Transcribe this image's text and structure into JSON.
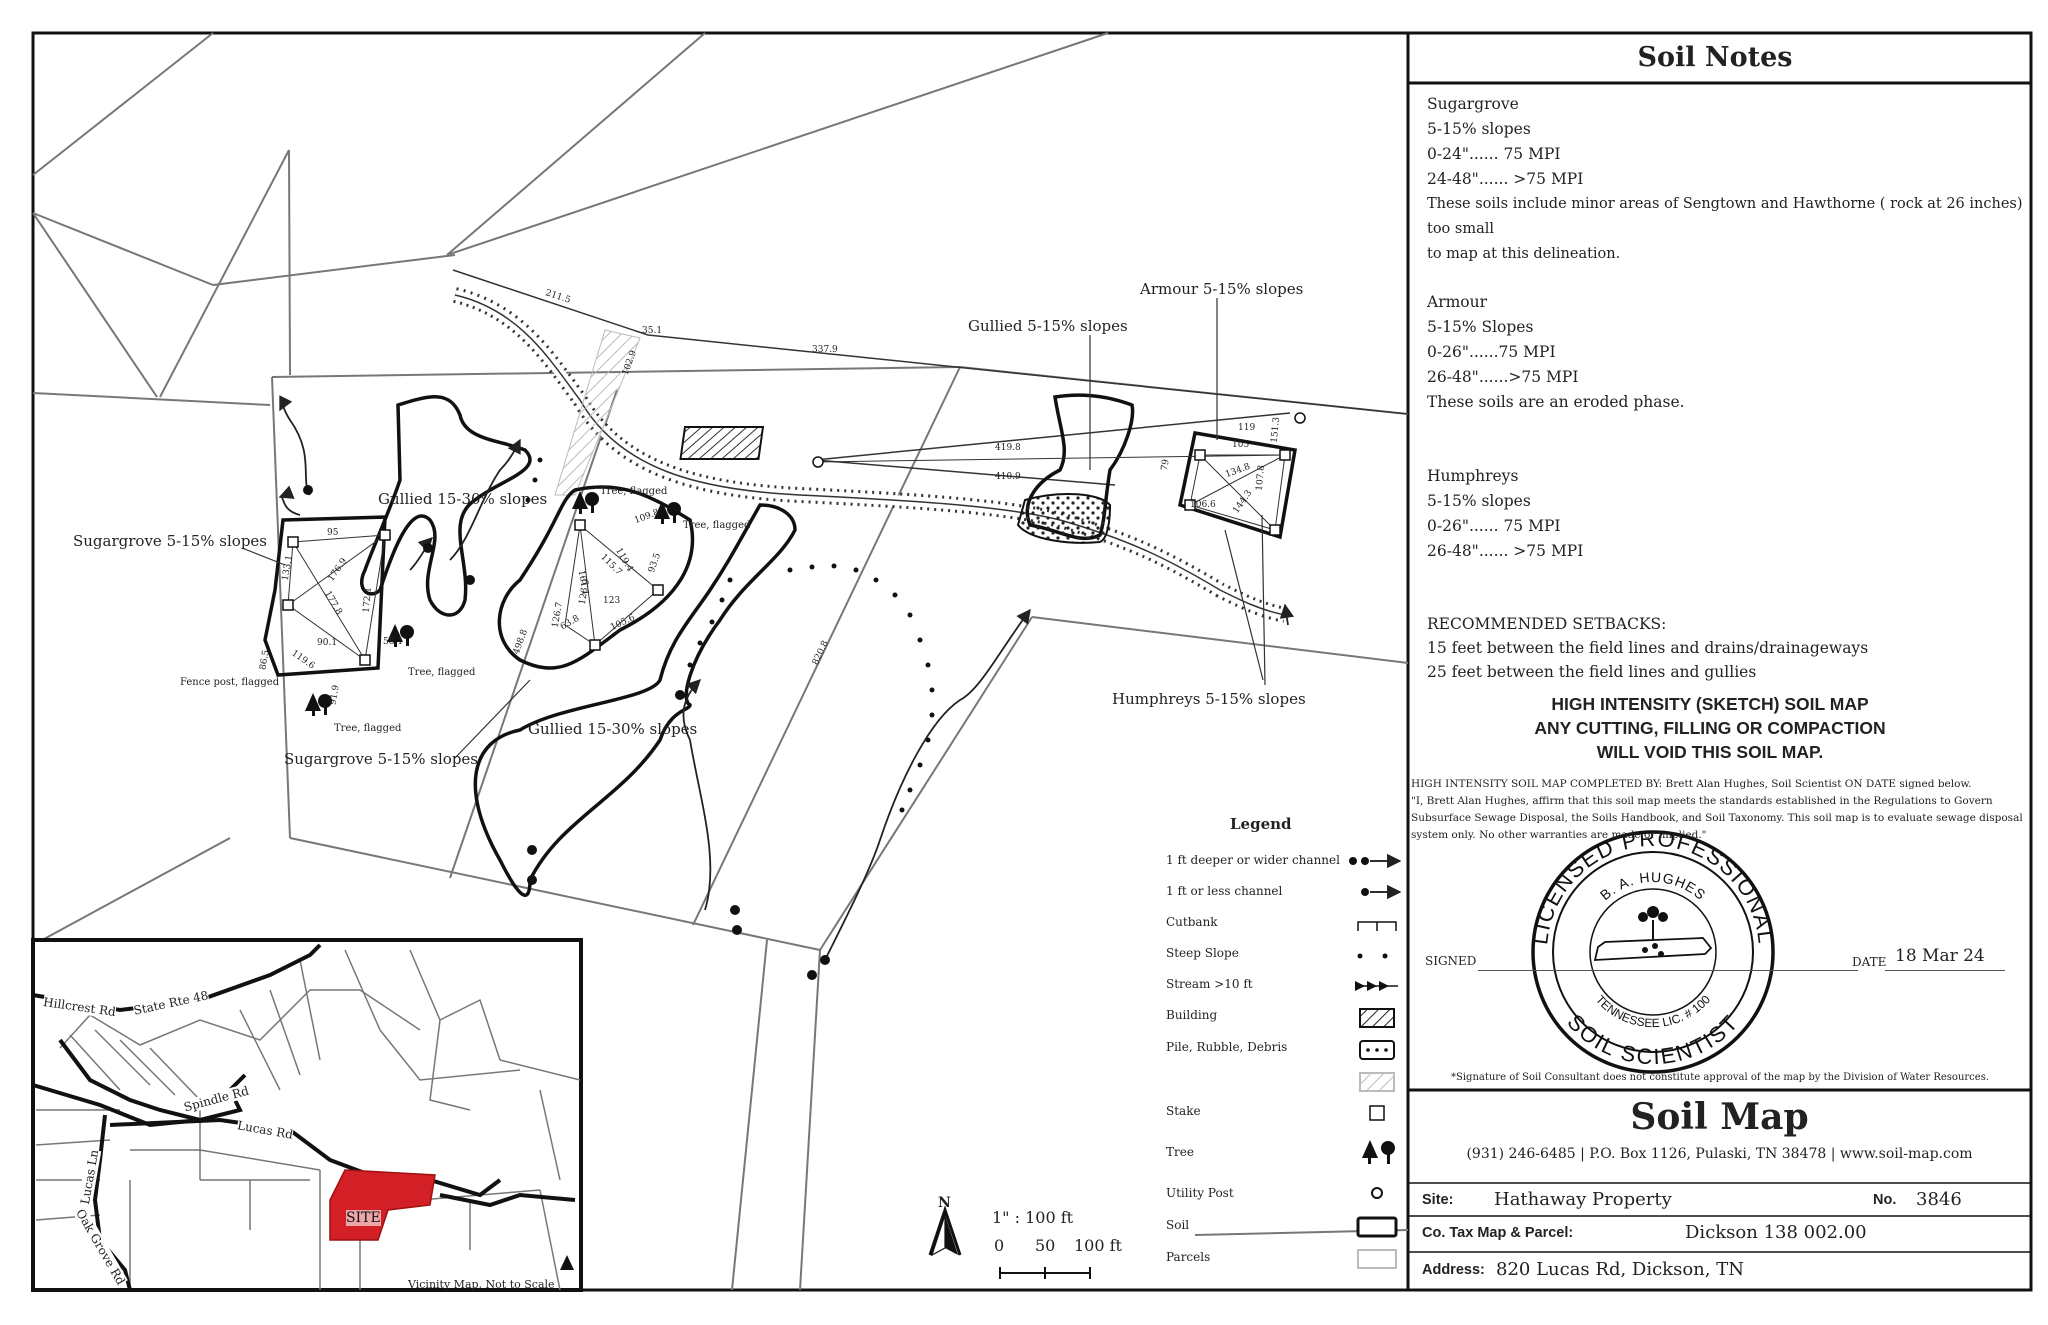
{
  "notes": {
    "title": "Soil Notes",
    "sugargrove": [
      "Sugargrove",
      "5-15% slopes",
      "0-24\"...... 75 MPI",
      "24-48\"...... >75 MPI",
      "These soils include minor areas of Sengtown and Hawthorne ( rock at 26 inches) too small",
      "to map at this delineation."
    ],
    "armour": [
      "Armour",
      "5-15% Slopes",
      "0-26\"......75 MPI",
      "26-48\"......>75 MPI",
      "These soils are an eroded phase."
    ],
    "humphreys": [
      "Humphreys",
      "5-15% slopes",
      "0-26\"...... 75 MPI",
      "26-48\"...... >75 MPI"
    ],
    "setbacks": [
      "RECOMMENDED SETBACKS:",
      "15 feet between the field lines and drains/drainageways",
      "25 feet between the field lines and gullies"
    ],
    "warning": [
      "HIGH INTENSITY (SKETCH) SOIL MAP",
      "ANY CUTTING, FILLING OR COMPACTION",
      "WILL VOID THIS SOIL MAP."
    ],
    "completed_by": "HIGH INTENSITY SOIL MAP COMPLETED BY:  Brett Alan Hughes, Soil Scientist ON DATE signed below.",
    "affirm": "\"I, Brett Alan Hughes, affirm that this soil map meets the standards established in the Regulations to Govern Subsurface Sewage Disposal, the Soils Handbook, and Soil Taxonomy. This soil map is to evaluate sewage disposal system only. No other warranties are made or implied.\"",
    "signed_label": "SIGNED",
    "date_label": "DATE",
    "date_value": "18 Mar 24",
    "disclaimer": "*Signature of Soil Consultant does not constitute approval of the map by the Division of Water Resources."
  },
  "stamp": {
    "outer_top": "LICENSED PROFESSIONAL",
    "outer_bottom": "SOIL SCIENTIST",
    "inner_top": "B. A. HUGHES",
    "inner_bottom": "TENNESSEE LIC. # 100"
  },
  "title_block": {
    "title": "Soil Map",
    "contact": "(931) 246-6485  |  P.O. Box 1126, Pulaski, TN 38478  |  www.soil-map.com",
    "site_label": "Site:",
    "site_value": "Hathaway Property",
    "no_label": "No.",
    "no_value": "3846",
    "tax_label": "Co. Tax Map & Parcel:",
    "tax_value": "Dickson  138  002.00",
    "address_label": "Address:",
    "address_value": "820 Lucas Rd, Dickson, TN"
  },
  "map_labels": {
    "sugargrove_top": "Sugargrove 5-15% slopes",
    "sugargrove_bottom": "Sugargrove 5-15% slopes",
    "gullied_top": "Gullied 15-30% slopes",
    "gullied_bottom": "Gullied 15-30% slopes",
    "gullied_5_15": "Gullied 5-15% slopes",
    "armour": "Armour 5-15% slopes",
    "humphreys": "Humphreys 5-15% slopes",
    "fence_post": "Fence post, flagged",
    "tree_flagged_1": "Tree, flagged",
    "tree_flagged_2": "Tree, flagged",
    "tree_flagged_3": "Tree, flagged",
    "tree_flagged_4": "Tree, flagged"
  },
  "measurements": [
    "211.5",
    "35.1",
    "337.9",
    "102.9",
    "419.8",
    "410.9",
    "95",
    "133.1",
    "176.9",
    "172.1",
    "177.8",
    "90.1",
    "119.6",
    "86.5",
    "91.9",
    "58.1",
    "126.9",
    "126.7",
    "161.1",
    "115.7",
    "123",
    "63.8",
    "105.6",
    "109.8",
    "93.5",
    "119.4",
    "498.8",
    "820.8",
    "119",
    "105",
    "134.8",
    "151.3",
    "107.8",
    "106.6",
    "144.3",
    "79"
  ],
  "legend": {
    "title": "Legend",
    "items": [
      "1 ft deeper or wider channel",
      "1 ft or less channel",
      "Cutbank",
      "Steep Slope",
      "Stream >10 ft",
      "Building",
      "Pile, Rubble, Debris",
      "",
      "Stake",
      "Tree",
      "Utility Post",
      "Soil",
      "Parcels"
    ]
  },
  "scale": {
    "north": "N",
    "ratio": "1\" : 100 ft",
    "ticks": [
      "0",
      "50",
      "100 ft"
    ]
  },
  "vicinity": {
    "roads": [
      "Hillcrest Rd",
      "State Rte 48",
      "Spindle Rd",
      "Lucas Rd",
      "Lucas Ln",
      "Oak Grove Rd"
    ],
    "site": "SITE",
    "caption": "Vicinity Map, Not to Scale",
    "site_color": "#d32027"
  }
}
